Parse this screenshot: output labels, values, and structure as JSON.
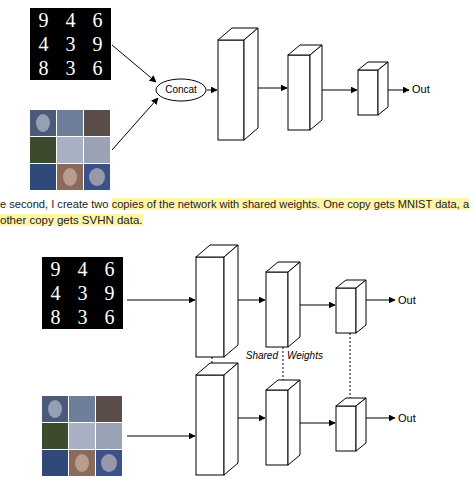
{
  "diagram": {
    "nodes": [
      {
        "text": [
          "Concat"
        ]
      }
    ],
    "labels": [
      "9",
      "4",
      "6",
      "4",
      "3",
      "9",
      "8",
      "3",
      "6",
      "Out",
      "e second, I create two",
      "copies of the network with shared weights. One copy gets MNIST data, a",
      "other copy gets SVHN data.",
      "9",
      "4",
      "6",
      "4",
      "3",
      "9",
      "8",
      "3",
      "6",
      "Out",
      "Shared",
      "Weights",
      "Out"
    ]
  }
}
